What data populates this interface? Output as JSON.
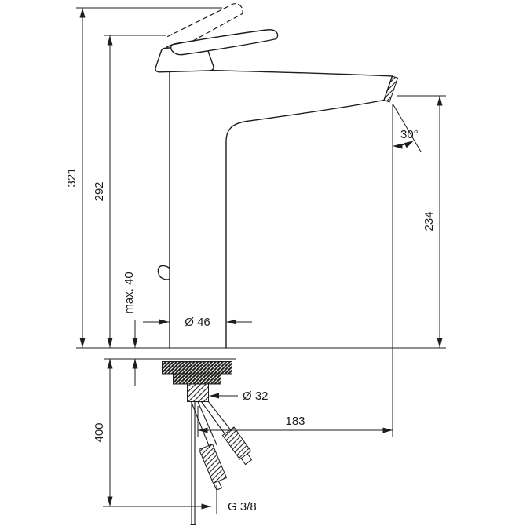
{
  "drawing": {
    "labels": {
      "total_height": "321",
      "lever_height": "292",
      "max_mounting_thickness": "max. 40",
      "hose_length": "400",
      "outlet_height": "234",
      "outlet_angle": "30°",
      "body_diameter": "Ø 46",
      "mounting_hole_diameter": "Ø 32",
      "spout_reach": "183",
      "thread_size": "G 3/8"
    },
    "colors": {
      "line": "#1d1d1b",
      "background": "#ffffff"
    }
  }
}
